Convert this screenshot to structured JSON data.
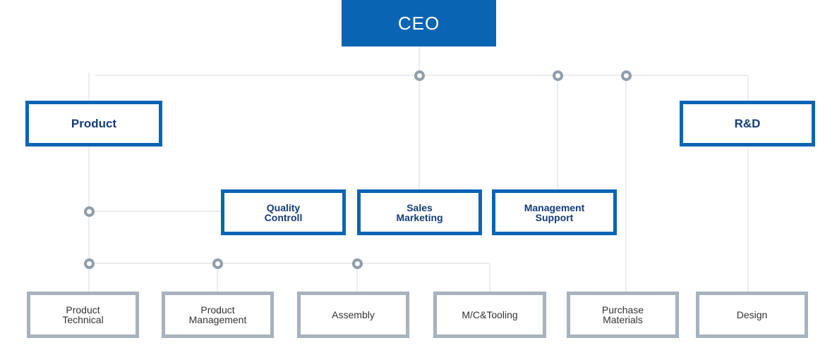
{
  "chart": {
    "ceo": "CEO",
    "divisions": {
      "product": "Product",
      "rnd": "R&D"
    },
    "departments": {
      "quality": "Quality\nControll",
      "sales": "Sales\nMarketing",
      "management": "Management\nSupport"
    },
    "teams": {
      "product_technical": "Product\nTechnical",
      "product_management": "Product\nManagement",
      "assembly": "Assembly",
      "mc_tooling": "M/C&Tooling",
      "purchase": "Purchase\nMaterials",
      "design": "Design"
    }
  },
  "colors": {
    "primary": "#0a64b4",
    "dark_text": "#143c78",
    "secondary_border": "#a7b2bd",
    "connector": "#e3e7eb",
    "node": "#8f9cab"
  }
}
